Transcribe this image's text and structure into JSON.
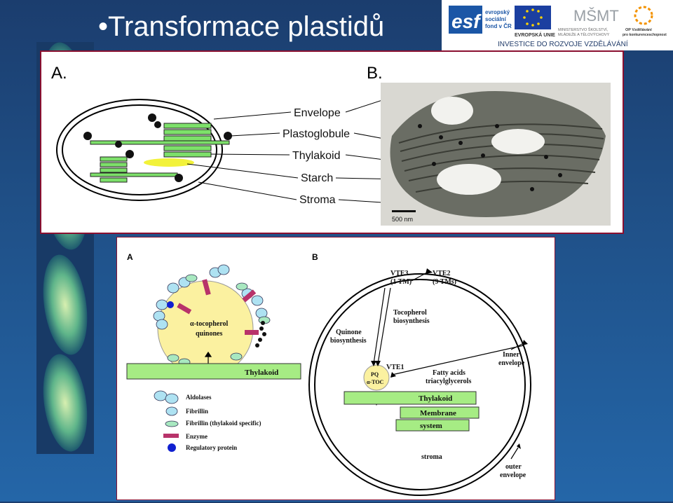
{
  "slide": {
    "title": "•Transformace plastidů"
  },
  "logos": {
    "esf_line1": "evropský",
    "esf_line2": "sociální",
    "esf_line3": "fond v ČR",
    "eu_label": "EVROPSKÁ UNIE",
    "msmt_line1": "MINISTERSTVO ŠKOLSTVÍ,",
    "msmt_line2": "MLÁDEŽE A TĚLOVÝCHOVY",
    "op_line1": "OP Vzdělávání",
    "op_line2": "pro konkurenceschopnost",
    "tagline": "INVESTICE DO ROZVOJE VZDĚLÁVÁNÍ"
  },
  "top_panel": {
    "label_a": "A.",
    "label_b": "B.",
    "labels": [
      "Envelope",
      "Plastoglobule",
      "Thylakoid",
      "Starch",
      "Stroma"
    ],
    "scale_bar": "500 nm"
  },
  "bottom_panel": {
    "label_a": "A",
    "label_b": "B",
    "globule_text_1": "α-tocopherol",
    "globule_text_2": "quinones",
    "thylakoid_a": "Thylakoid",
    "legend": [
      "Aldolases",
      "Fibrillin",
      "Fibrillin (thylakoid specific)",
      "Enzyme",
      "Regulatory protein"
    ],
    "vte3_1": "VTE3",
    "vte3_2": "(1 TM)",
    "vte2_1": "VTE2",
    "vte2_2": "(9 TMs)",
    "toco_1": "Tocopherol",
    "toco_2": "biosynthesis",
    "quin_1": "Quinone",
    "quin_2": "biosynthesis",
    "inner_1": "Inner",
    "inner_2": "envelope",
    "vte1": "VTE1",
    "pq": "PQ",
    "atoc": "α-TOC",
    "fatty_1": "Fatty acids",
    "fatty_2": "triacylglycerols",
    "thylakoid_b": "Thylakoid",
    "membrane_1": "Membrane",
    "membrane_2": "system",
    "stroma": "stroma",
    "outer_1": "outer",
    "outer_2": "envelope"
  },
  "colors": {
    "background": "#1f4f86",
    "panel_border": "#8a1030",
    "thylakoid_green": "#7de06a",
    "globule_yellow": "#fbf1a0",
    "starch_yellow": "#f2f23a"
  }
}
